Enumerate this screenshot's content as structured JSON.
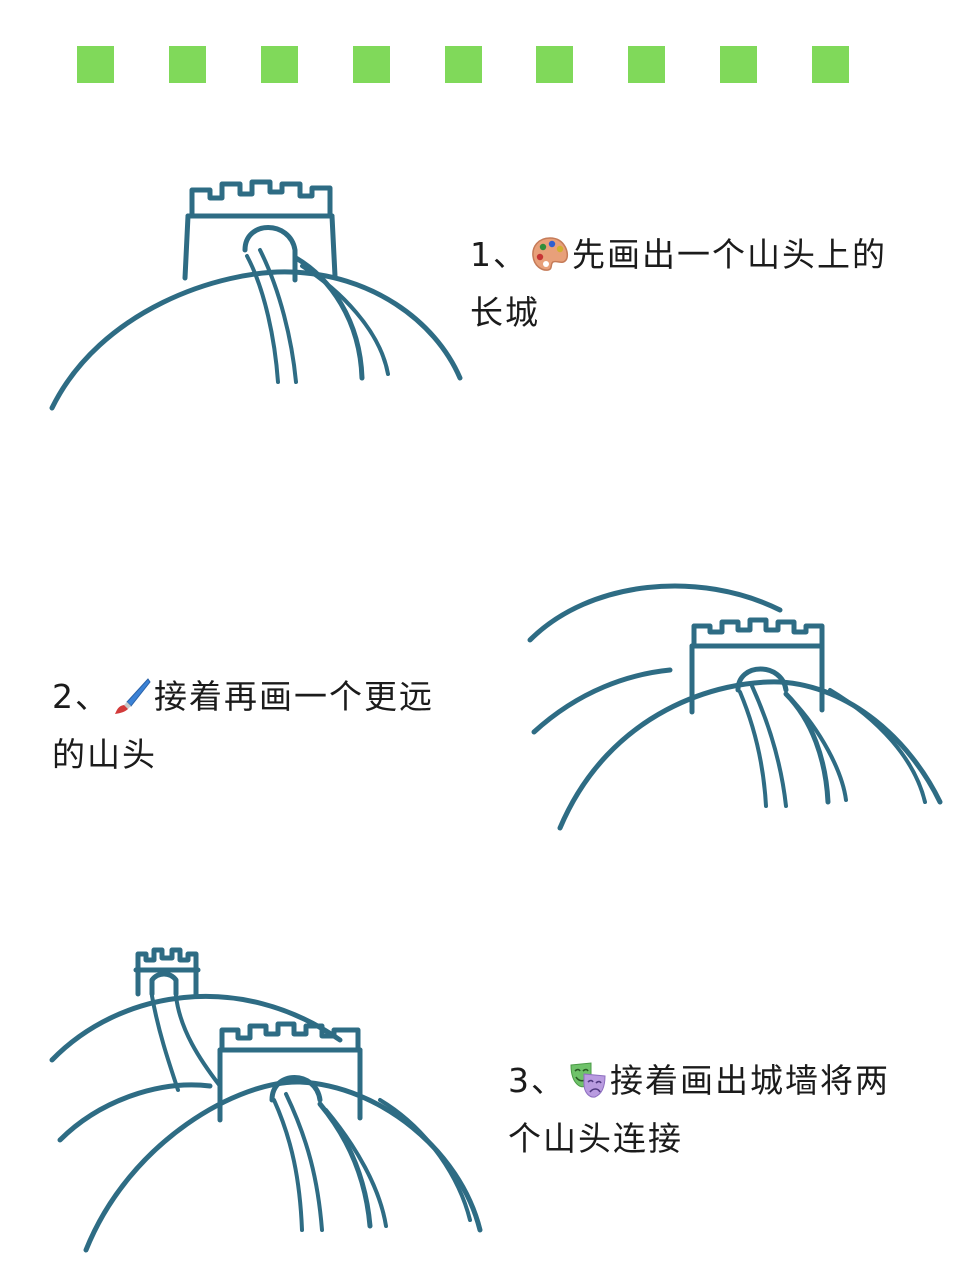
{
  "steps": [
    {
      "number": "1、",
      "icon": "artist-palette-icon",
      "line1": "先画出一个山头上的",
      "line2": "长城"
    },
    {
      "number": "2、",
      "icon": "paintbrush-icon",
      "line1": "接着再画一个更远",
      "line2": "的山头"
    },
    {
      "number": "3、",
      "icon": "performing-arts-icon",
      "line1": "接着画出城墙将两",
      "line2": "个山头连接"
    }
  ],
  "colors": {
    "deco_square": "#80d95a",
    "line_art": "#2e6c84",
    "text": "#1b1b1b",
    "background": "#ffffff"
  }
}
